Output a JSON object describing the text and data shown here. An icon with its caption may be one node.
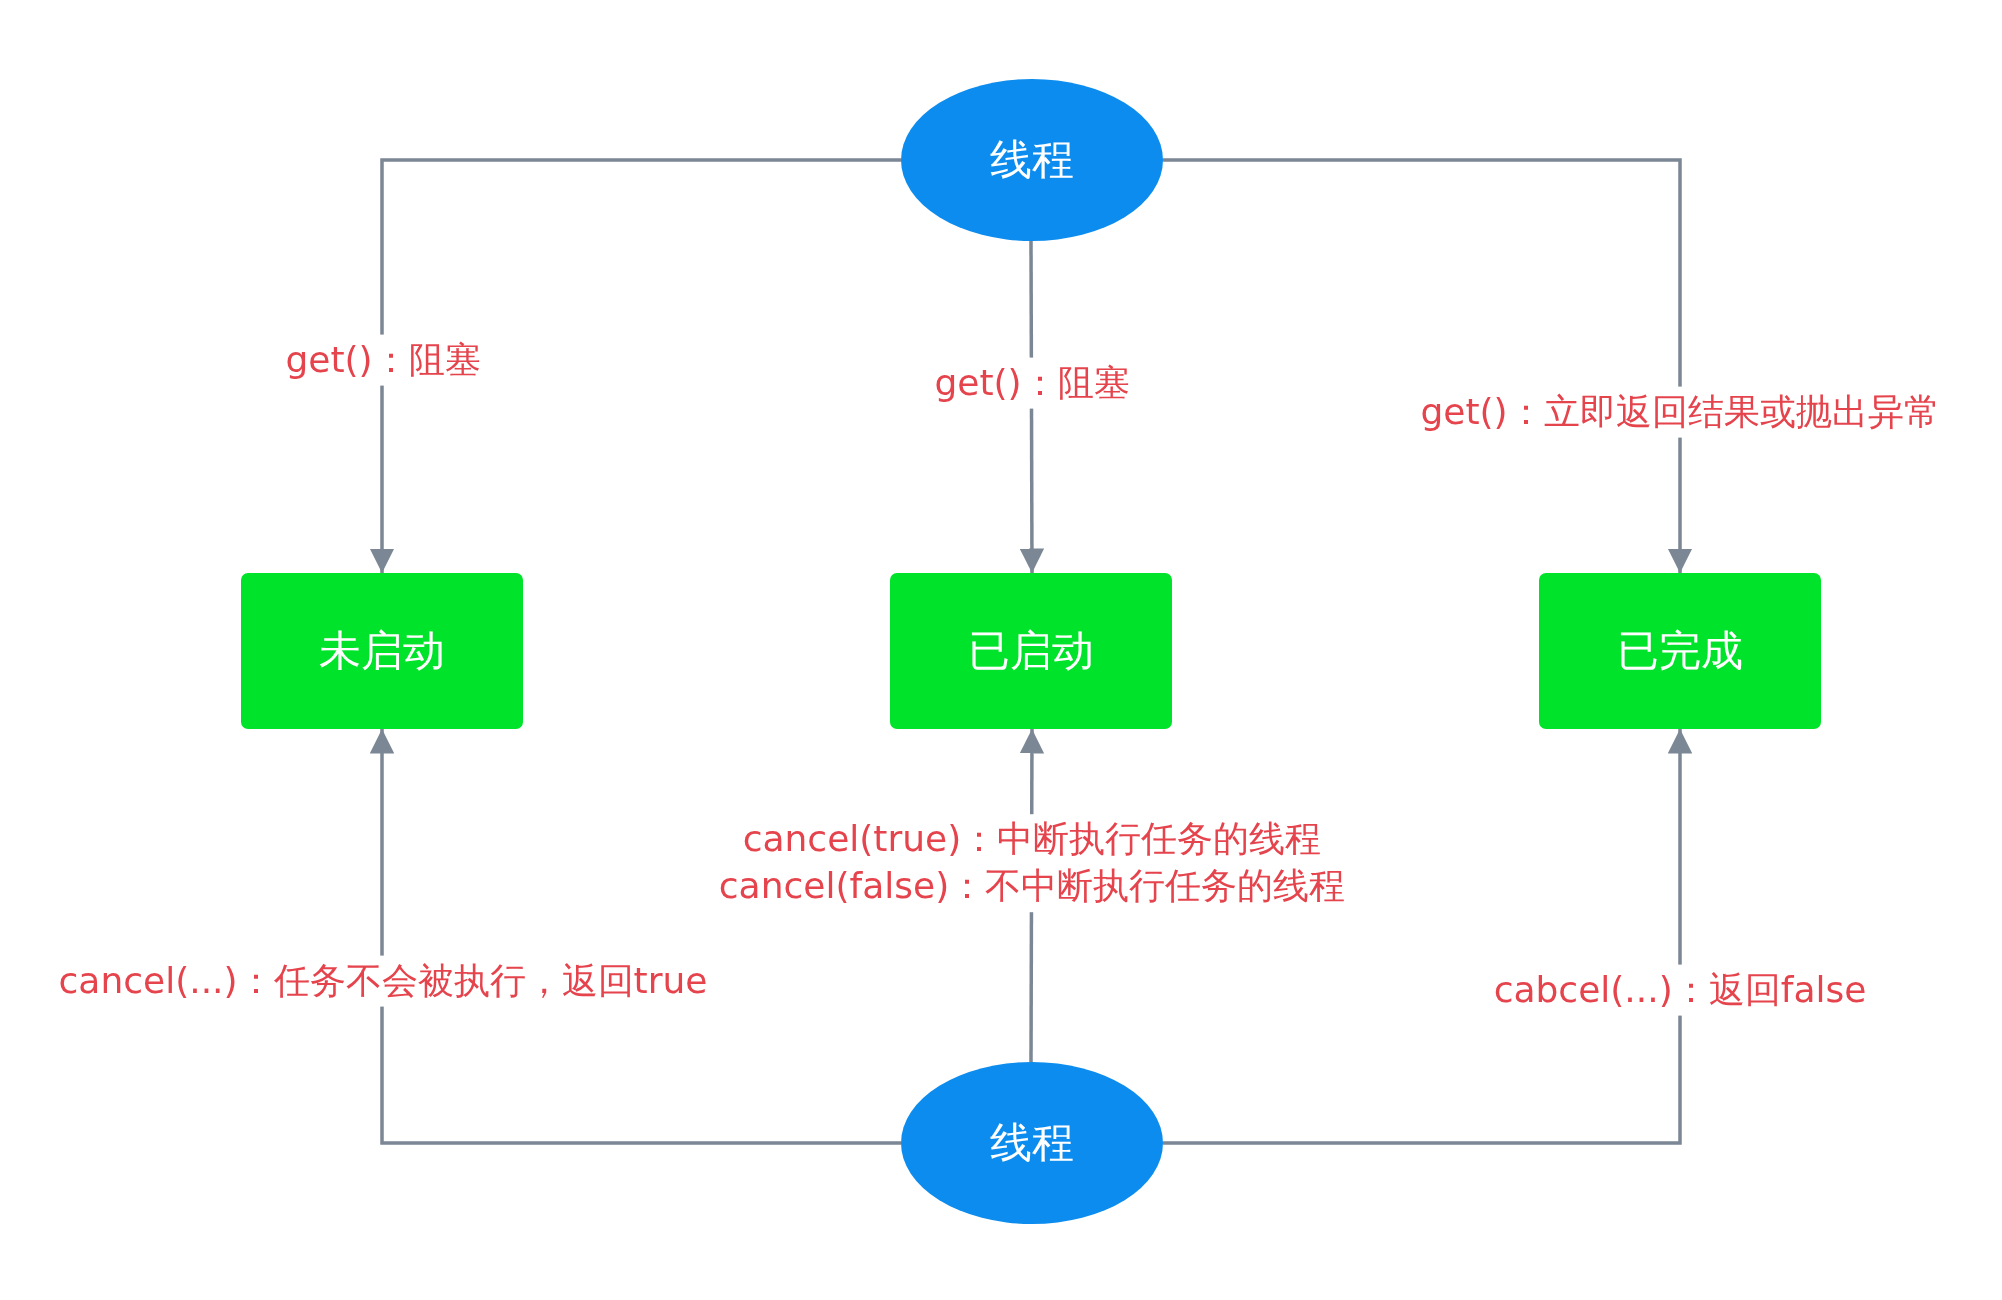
{
  "diagram": {
    "nodes": [
      {
        "text": [
          "线程"
        ]
      },
      {
        "text": [
          "未启动"
        ]
      },
      {
        "text": [
          "已启动"
        ]
      },
      {
        "text": [
          "已完成"
        ]
      },
      {
        "text": [
          "线程"
        ]
      }
    ],
    "edges": [
      {
        "from": 0,
        "to": 1,
        "arrow": "to",
        "label": "get()：阻塞"
      },
      {
        "from": 0,
        "to": 2,
        "arrow": "to",
        "label": "get()：阻塞"
      },
      {
        "from": 0,
        "to": 3,
        "arrow": "to",
        "label": "get()：立即返回结果或抛出异常"
      },
      {
        "from": 4,
        "to": 1,
        "arrow": "to",
        "label": "cancel(...)：任务不会被执行，返回true"
      },
      {
        "from": 4,
        "to": 2,
        "arrow": "to",
        "label": "cancel(true)：中断执行任务的线程 cancel(false)：不中断执行任务的线程"
      },
      {
        "from": 4,
        "to": 3,
        "arrow": "to",
        "label": "cabcel(...)：返回false"
      }
    ]
  }
}
